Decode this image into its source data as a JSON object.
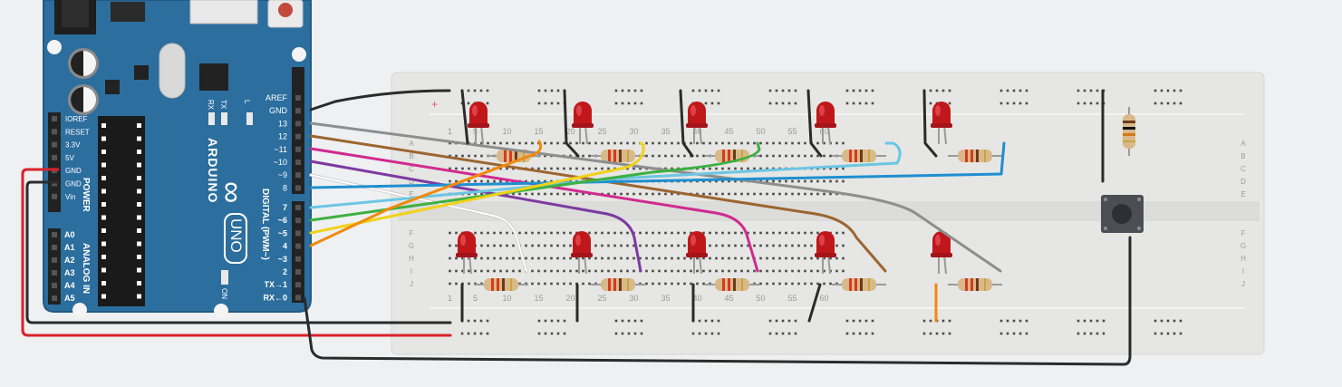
{
  "arduino": {
    "brand": "ARDUINO",
    "model": "UNO",
    "logo_mark": "∞",
    "power_header": {
      "title": "POWER",
      "pins": [
        "IOREF",
        "RESET",
        "3.3V",
        "5V",
        "GND",
        "GND",
        "Vin"
      ]
    },
    "analog_header": {
      "title": "ANALOG IN",
      "pins": [
        "A0",
        "A1",
        "A2",
        "A3",
        "A4",
        "A5"
      ]
    },
    "digital_top_pins": [
      "AREF",
      "GND",
      "13",
      "12",
      "~11",
      "~10",
      "~9",
      "8"
    ],
    "digital_bottom_pins": [
      "7",
      "~6",
      "~5",
      "4",
      "~3",
      "2",
      "TX→1",
      "RX←0"
    ],
    "digital_title": "DIGITAL (PWM~)",
    "led_labels": [
      "RX",
      "TX",
      "L"
    ],
    "on_label": "ON",
    "colors": {
      "board": "#2c6e9e",
      "board_edge": "#235a83"
    }
  },
  "breadboard": {
    "column_numbers": [
      "1",
      "5",
      "10",
      "15",
      "20",
      "25",
      "30",
      "35",
      "40",
      "45",
      "50",
      "55",
      "60"
    ],
    "column_values": [
      1,
      5,
      10,
      15,
      20,
      25,
      30,
      35,
      40,
      45,
      50,
      55,
      60
    ],
    "row_letters_top": [
      "A",
      "B",
      "C",
      "D",
      "E"
    ],
    "row_letters_bottom": [
      "F",
      "G",
      "H",
      "I",
      "J"
    ],
    "rail_plus": "+",
    "colors": {
      "body": "#e6e6e4",
      "hole": "#4a4a4a"
    }
  },
  "components": {
    "led_color": "#c0171b",
    "resistor_body": "#d9b98a",
    "pushbutton_body": "#4b4f55"
  },
  "wire_colors": {
    "black": "#2b2b2b",
    "red": "#d8232a",
    "gray": "#8e8e8e",
    "brown": "#9c6530",
    "magenta": "#d02a8f",
    "purple": "#7d3aa0",
    "white": "#ffffff",
    "blue": "#1e8fd0",
    "lightblue": "#6cc6e3",
    "green": "#3db041",
    "yellow": "#f0d21a",
    "orange": "#f08a0c"
  }
}
